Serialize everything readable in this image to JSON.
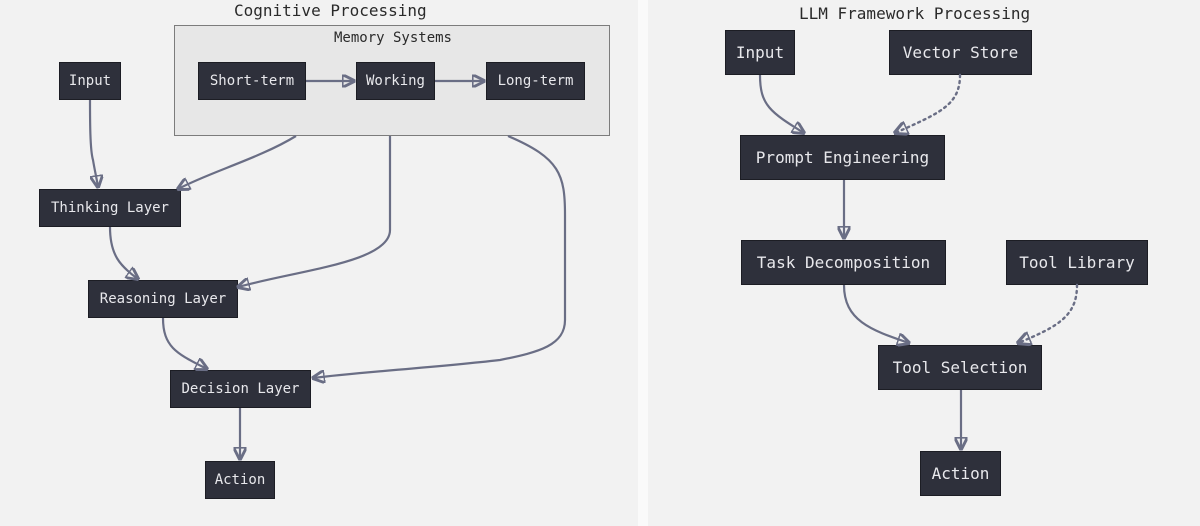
{
  "left": {
    "title": "Cognitive Processing",
    "memory_group_title": "Memory Systems",
    "nodes": {
      "input": "Input",
      "short_term": "Short-term",
      "working": "Working",
      "long_term": "Long-term",
      "thinking": "Thinking Layer",
      "reasoning": "Reasoning Layer",
      "decision": "Decision Layer",
      "action": "Action"
    }
  },
  "right": {
    "title": "LLM Framework Processing",
    "nodes": {
      "input": "Input",
      "vector_store": "Vector Store",
      "prompt": "Prompt Engineering",
      "task": "Task Decomposition",
      "tool_library": "Tool Library",
      "tool_selection": "Tool Selection",
      "action": "Action"
    }
  },
  "colors": {
    "node_fill": "#2e303b",
    "node_text": "#e8e8ec",
    "edge": "#6a6e85",
    "group_fill": "#e7e7e7",
    "background": "#f2f2f2"
  }
}
